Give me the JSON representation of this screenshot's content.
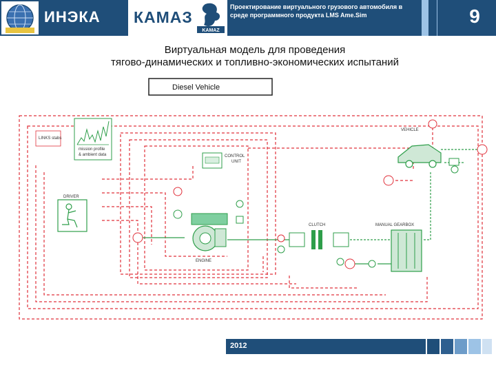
{
  "header": {
    "org_name": "ИНЭКА",
    "company_name": "КАМАЗ",
    "company_emblem_text": "KAMAZ",
    "project_title": "Проектирование виртуального грузового автомобиля в среде программного продукта LMS Ame.Sim",
    "page_number": "9"
  },
  "slide": {
    "title_line1": "Виртуальная модель для проведения",
    "title_line2": "тягово-динамических и топливно-экономических испытаний"
  },
  "diagram": {
    "title": "Diesel Vehicle",
    "stub_label": "LINKS stabs",
    "mission_label_1": "mission profile",
    "mission_label_2": "& ambient data",
    "driver_label": "DRIVER",
    "control_unit_label_1": "CONTROL",
    "control_unit_label_2": "UNIT",
    "engine_label": "ENGINE",
    "clutch_label": "CLUTCH",
    "gearbox_label": "MANUAL GEARBOX",
    "vehicle_label": "VEHICLE"
  },
  "footer": {
    "year": "2012"
  },
  "colors": {
    "header_bg": "#1f4e79",
    "dashed_red": "#e0303a",
    "signal_green": "#2e9e4a",
    "footer_square_light": "#9dc3e6"
  }
}
